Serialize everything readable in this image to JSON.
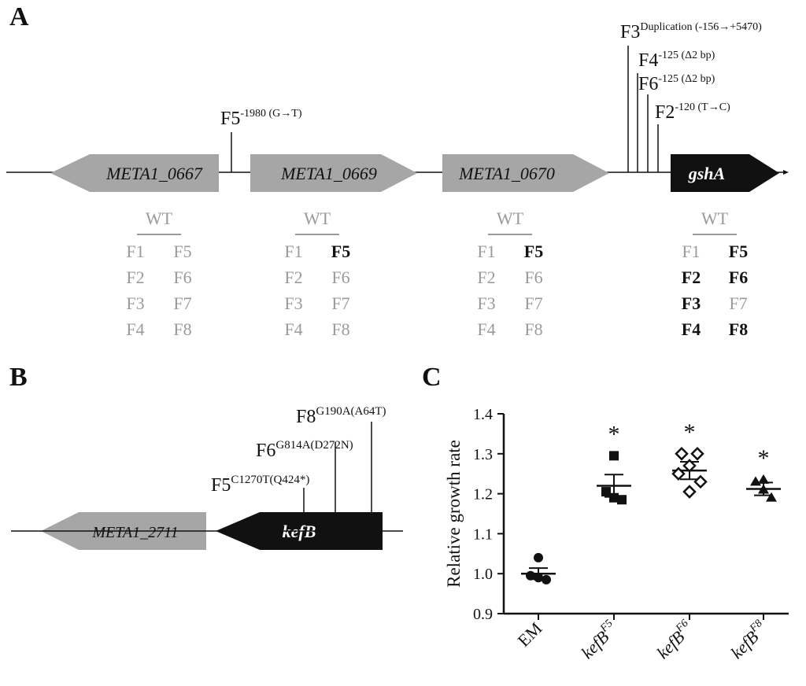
{
  "panel_a": {
    "label": "A",
    "genes": [
      {
        "name": "META1_0667",
        "dir": "left",
        "color": "#a6a6a6",
        "text_color": "#111111"
      },
      {
        "name": "META1_0669",
        "dir": "right",
        "color": "#a6a6a6",
        "text_color": "#111111"
      },
      {
        "name": "META1_0670",
        "dir": "right",
        "color": "#a6a6a6",
        "text_color": "#111111"
      },
      {
        "name": "gshA",
        "dir": "right",
        "color": "#111111",
        "text_color": "#ffffff"
      }
    ],
    "mutations": [
      {
        "strain": "F5",
        "detail": "-1980 (G→T)"
      },
      {
        "strain": "F3",
        "detail": "Duplication (-156→+5470)"
      },
      {
        "strain": "F4",
        "detail": "-125 (Δ2 bp)"
      },
      {
        "strain": "F6",
        "detail": "-125 (Δ2 bp)"
      },
      {
        "strain": "F2",
        "detail": "-120 (T→C)"
      }
    ],
    "expression_tables": [
      {
        "header": "WT",
        "cells": [
          [
            "F1",
            "F5"
          ],
          [
            "F2",
            "F6"
          ],
          [
            "F3",
            "F7"
          ],
          [
            "F4",
            "F8"
          ]
        ],
        "bold": []
      },
      {
        "header": "WT",
        "cells": [
          [
            "F1",
            "F5"
          ],
          [
            "F2",
            "F6"
          ],
          [
            "F3",
            "F7"
          ],
          [
            "F4",
            "F8"
          ]
        ],
        "bold": [
          "F5"
        ]
      },
      {
        "header": "WT",
        "cells": [
          [
            "F1",
            "F5"
          ],
          [
            "F2",
            "F6"
          ],
          [
            "F3",
            "F7"
          ],
          [
            "F4",
            "F8"
          ]
        ],
        "bold": [
          "F5"
        ]
      },
      {
        "header": "WT",
        "cells": [
          [
            "F1",
            "F5"
          ],
          [
            "F2",
            "F6"
          ],
          [
            "F3",
            "F7"
          ],
          [
            "F4",
            "F8"
          ]
        ],
        "bold": [
          "F5",
          "F2",
          "F6",
          "F3",
          "F4",
          "F8"
        ]
      }
    ]
  },
  "panel_b": {
    "label": "B",
    "genes": [
      {
        "name": "META1_2711",
        "dir": "left",
        "color": "#a6a6a6",
        "text_color": "#111111"
      },
      {
        "name": "kefB",
        "dir": "left",
        "color": "#111111",
        "text_color": "#ffffff"
      }
    ],
    "mutations": [
      {
        "strain": "F5",
        "detail": "C1270T(Q424*)"
      },
      {
        "strain": "F6",
        "detail": "G814A(D272N)"
      },
      {
        "strain": "F8",
        "detail": "G190A(A64T)"
      }
    ]
  },
  "panel_c": {
    "label": "C",
    "chart_data": {
      "type": "scatter",
      "ylabel": "Relative growth rate",
      "ylim": [
        0.9,
        1.4
      ],
      "yticks": [
        "0.9",
        "1.0",
        "1.1",
        "1.2",
        "1.3",
        "1.4"
      ],
      "groups": [
        {
          "label": "EM",
          "sup": "",
          "marker": "circle",
          "mean": 1.0,
          "sem": 0.014,
          "points": [
            1.04,
            0.995,
            0.99,
            0.985
          ],
          "significance": ""
        },
        {
          "label": "kefB",
          "sup": "F5",
          "marker": "square",
          "mean": 1.22,
          "sem": 0.028,
          "points": [
            1.295,
            1.205,
            1.19,
            1.185
          ],
          "significance": "*"
        },
        {
          "label": "kefB",
          "sup": "F6",
          "marker": "diamond",
          "mean": 1.258,
          "sem": 0.022,
          "points": [
            1.3,
            1.3,
            1.27,
            1.25,
            1.23,
            1.205
          ],
          "significance": "*"
        },
        {
          "label": "kefB",
          "sup": "F8",
          "marker": "triangle",
          "mean": 1.212,
          "sem": 0.016,
          "points": [
            1.235,
            1.23,
            1.21,
            1.19
          ],
          "significance": "*"
        }
      ]
    }
  },
  "colors": {
    "gray_text": "#9a9a9a",
    "black": "#111111",
    "gray_gene": "#a6a6a6"
  }
}
